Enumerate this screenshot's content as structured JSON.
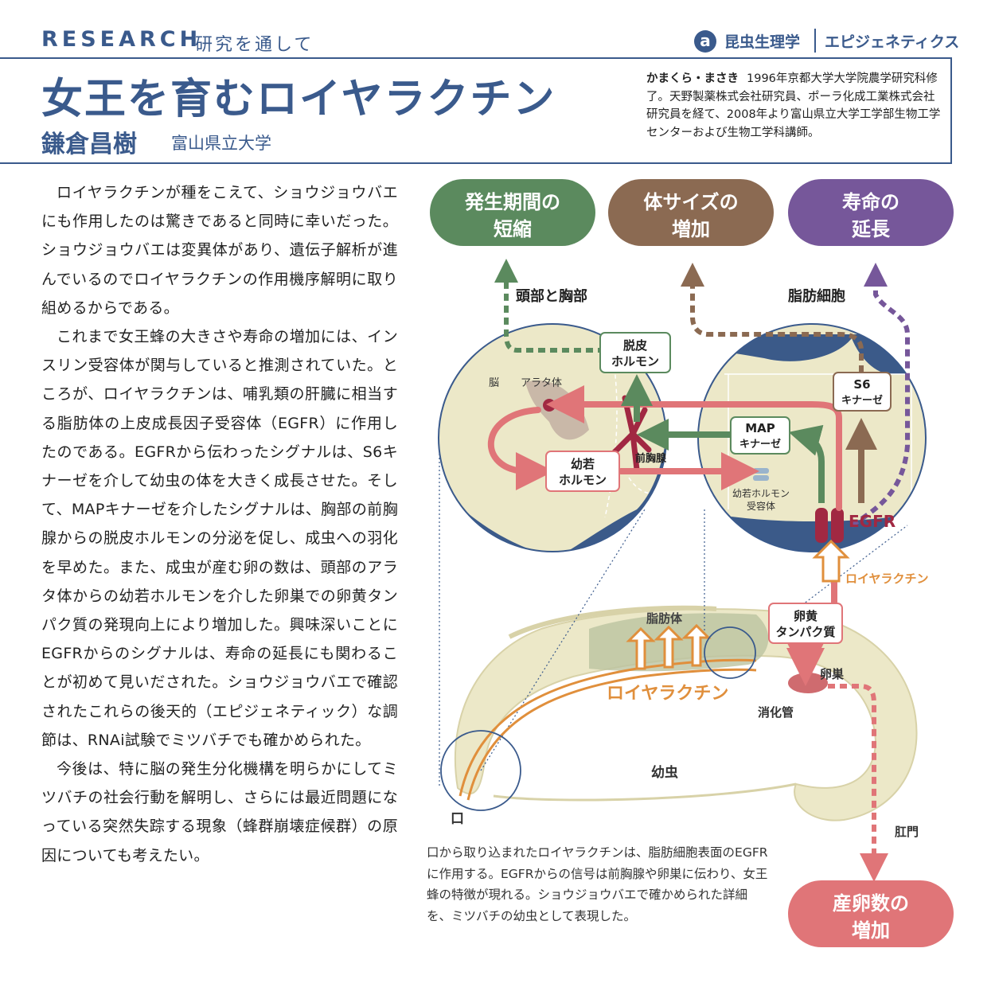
{
  "header": {
    "research": "RESEARCH",
    "research_sub": "研究を通して",
    "category_logo": "a",
    "category_1": "昆虫生理学",
    "category_2": "エピジェネティクス",
    "title": "女王を育むロイヤラクチン",
    "author": "鎌倉昌樹",
    "affiliation": "富山県立大学"
  },
  "bio": {
    "name": "かまくら・まさき",
    "text": "1996年京都大学大学院農学研究科修了。天野製薬株式会社研究員、ポーラ化成工業株式会社研究員を経て、2008年より富山県立大学工学部生物工学センターおよび生物工学科講師。"
  },
  "body": {
    "p1": "ロイヤラクチンが種をこえて、ショウジョウバエにも作用したのは驚きであると同時に幸いだった。ショウジョウバエは変異体があり、遺伝子解析が進んでいるのでロイヤラクチンの作用機序解明に取り組めるからである。",
    "p2": "これまで女王蜂の大きさや寿命の増加には、インスリン受容体が関与していると推測されていた。ところが、ロイヤラクチンは、哺乳類の肝臓に相当する脂肪体の上皮成長因子受容体（EGFR）に作用したのである。EGFRから伝わったシグナルは、S6キナーゼを介して幼虫の体を大きく成長させた。そして、MAPキナーゼを介したシグナルは、胸部の前胸腺からの脱皮ホルモンの分泌を促し、成虫への羽化を早めた。また、成虫が産む卵の数は、頭部のアラタ体からの幼若ホルモンを介した卵巣での卵黄タンパク質の発現向上により増加した。興味深いことにEGFRからのシグナルは、寿命の延長にも関わることが初めて見いだされた。ショウジョウバエで確認されたこれらの後天的（エピジェネティック）な調節は、RNAi試験でミツバチでも確かめられた。",
    "p3": "今後は、特に脳の発生分化機構を明らかにしてミツバチの社会行動を解明し、さらには最近問題になっている突然失踪する現象（蜂群崩壊症候群）の原因についても考えたい。"
  },
  "diagram": {
    "outcome_1": [
      "発生期間の",
      "短縮"
    ],
    "outcome_2": [
      "体サイズの",
      "増加"
    ],
    "outcome_3": [
      "寿命の",
      "延長"
    ],
    "outcome_4": [
      "産卵数の",
      "増加"
    ],
    "label_head": "頭部と胸部",
    "label_fat_cell": "脂肪細胞",
    "brain": "脳",
    "corpora_allata": "アラタ体",
    "molting_hormone": [
      "脱皮",
      "ホルモン"
    ],
    "juvenile_hormone": [
      "幼若",
      "ホルモン"
    ],
    "prothoracic_gland": "前胸腺",
    "map_kinase": [
      "MAP",
      "キナーゼ"
    ],
    "s6_kinase": [
      "S6",
      "キナーゼ"
    ],
    "jh_receptor": [
      "幼若ホルモン",
      "受容体"
    ],
    "egfr": "EGFR",
    "royalactin_small": "ロイヤラクチン",
    "vitellogenin": [
      "卵黄",
      "タンパク質"
    ],
    "fat_body": "脂肪体",
    "royalactin_large": "ロイヤラクチン",
    "ovary": "卵巣",
    "gut": "消化管",
    "larva": "幼虫",
    "mouth": "口",
    "anus": "肛門"
  },
  "caption": "口から取り込まれたロイヤラクチンは、脂肪細胞表面のEGFRに作用する。EGFRからの信号は前胸腺や卵巣に伝わり、女王蜂の特徴が現れる。ショウジョウバエで確かめられた詳細を、ミツバチの幼虫として表現した。",
  "colors": {
    "navy": "#3a5a8c",
    "green": "#5b8a5e",
    "brown": "#8b6a52",
    "purple": "#76579a",
    "pink": "#e07578",
    "red": "#a12842",
    "orange": "#e08f3c",
    "cream": "#ece8c8"
  }
}
